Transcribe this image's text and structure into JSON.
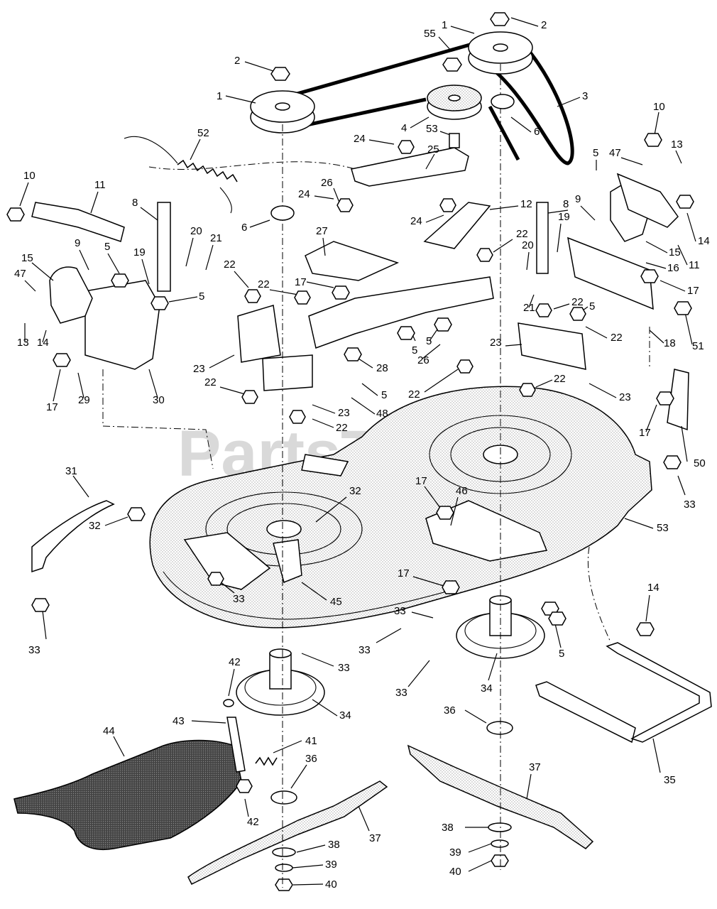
{
  "watermark": "PartsTree",
  "callouts": [
    {
      "id": "c2a",
      "text": "2"
    },
    {
      "id": "c1a",
      "text": "1"
    },
    {
      "id": "c2b",
      "text": "2"
    },
    {
      "id": "c1b",
      "text": "1"
    },
    {
      "id": "c55",
      "text": "55"
    },
    {
      "id": "c3",
      "text": "3"
    },
    {
      "id": "c4",
      "text": "4"
    },
    {
      "id": "c53a",
      "text": "53"
    },
    {
      "id": "c6a",
      "text": "6"
    },
    {
      "id": "c6b",
      "text": "6"
    },
    {
      "id": "c52",
      "text": "52"
    },
    {
      "id": "c24a",
      "text": "24"
    },
    {
      "id": "c25",
      "text": "25"
    },
    {
      "id": "c10a",
      "text": "10"
    },
    {
      "id": "c13a",
      "text": "13"
    },
    {
      "id": "c47a",
      "text": "47"
    },
    {
      "id": "c5a",
      "text": "5"
    },
    {
      "id": "c10b",
      "text": "10"
    },
    {
      "id": "c11a",
      "text": "11"
    },
    {
      "id": "c8a",
      "text": "8"
    },
    {
      "id": "c26a",
      "text": "26"
    },
    {
      "id": "c24b",
      "text": "24"
    },
    {
      "id": "c24c",
      "text": "24"
    },
    {
      "id": "c12",
      "text": "12"
    },
    {
      "id": "c8b",
      "text": "8"
    },
    {
      "id": "c9a",
      "text": "9"
    },
    {
      "id": "c14a",
      "text": "14"
    },
    {
      "id": "c20a",
      "text": "20"
    },
    {
      "id": "c21a",
      "text": "21"
    },
    {
      "id": "c27",
      "text": "27"
    },
    {
      "id": "c22a",
      "text": "22"
    },
    {
      "id": "c19a",
      "text": "19"
    },
    {
      "id": "c15a",
      "text": "15"
    },
    {
      "id": "c9b",
      "text": "9"
    },
    {
      "id": "c5b",
      "text": "5"
    },
    {
      "id": "c15b",
      "text": "15"
    },
    {
      "id": "c47b",
      "text": "47"
    },
    {
      "id": "c19b",
      "text": "19"
    },
    {
      "id": "c20b",
      "text": "20"
    },
    {
      "id": "c16",
      "text": "16"
    },
    {
      "id": "c11b",
      "text": "11"
    },
    {
      "id": "c22b",
      "text": "22"
    },
    {
      "id": "c22c",
      "text": "22"
    },
    {
      "id": "c5c",
      "text": "5"
    },
    {
      "id": "c17a",
      "text": "17"
    },
    {
      "id": "c17b",
      "text": "17"
    },
    {
      "id": "c22d",
      "text": "22"
    },
    {
      "id": "c5d",
      "text": "5"
    },
    {
      "id": "c21b",
      "text": "21"
    },
    {
      "id": "c22e",
      "text": "22"
    },
    {
      "id": "c13b",
      "text": "13"
    },
    {
      "id": "c14b",
      "text": "14"
    },
    {
      "id": "c5e",
      "text": "5"
    },
    {
      "id": "c5f",
      "text": "5"
    },
    {
      "id": "c18",
      "text": "18"
    },
    {
      "id": "c51",
      "text": "51"
    },
    {
      "id": "c29",
      "text": "29"
    },
    {
      "id": "c28",
      "text": "28"
    },
    {
      "id": "c26b",
      "text": "26"
    },
    {
      "id": "c23a",
      "text": "23"
    },
    {
      "id": "c23b",
      "text": "23"
    },
    {
      "id": "c17c",
      "text": "17"
    },
    {
      "id": "c30",
      "text": "30"
    },
    {
      "id": "c22f",
      "text": "22"
    },
    {
      "id": "c5g",
      "text": "5"
    },
    {
      "id": "c22g",
      "text": "22"
    },
    {
      "id": "c22h",
      "text": "22"
    },
    {
      "id": "c23c",
      "text": "23"
    },
    {
      "id": "c23d",
      "text": "23"
    },
    {
      "id": "c48",
      "text": "48"
    },
    {
      "id": "c22i",
      "text": "22"
    },
    {
      "id": "c17d",
      "text": "17"
    },
    {
      "id": "c50",
      "text": "50"
    },
    {
      "id": "c33a",
      "text": "33"
    },
    {
      "id": "c31",
      "text": "31"
    },
    {
      "id": "c32a",
      "text": "32"
    },
    {
      "id": "c32b",
      "text": "32"
    },
    {
      "id": "c17e",
      "text": "17"
    },
    {
      "id": "c46",
      "text": "46"
    },
    {
      "id": "c53b",
      "text": "53"
    },
    {
      "id": "c33b",
      "text": "33"
    },
    {
      "id": "c45",
      "text": "45"
    },
    {
      "id": "c17f",
      "text": "17"
    },
    {
      "id": "c33c",
      "text": "33"
    },
    {
      "id": "c14c",
      "text": "14"
    },
    {
      "id": "c33d",
      "text": "33"
    },
    {
      "id": "c33e",
      "text": "33"
    },
    {
      "id": "c33f",
      "text": "33"
    },
    {
      "id": "c5h",
      "text": "5"
    },
    {
      "id": "c34a",
      "text": "34"
    },
    {
      "id": "c33g",
      "text": "33"
    },
    {
      "id": "c42a",
      "text": "42"
    },
    {
      "id": "c43",
      "text": "43"
    },
    {
      "id": "c44",
      "text": "44"
    },
    {
      "id": "c34b",
      "text": "34"
    },
    {
      "id": "c36a",
      "text": "36"
    },
    {
      "id": "c41",
      "text": "41"
    },
    {
      "id": "c36b",
      "text": "36"
    },
    {
      "id": "c35",
      "text": "35"
    },
    {
      "id": "c37a",
      "text": "37"
    },
    {
      "id": "c37b",
      "text": "37"
    },
    {
      "id": "c42b",
      "text": "42"
    },
    {
      "id": "c38a",
      "text": "38"
    },
    {
      "id": "c38b",
      "text": "38"
    },
    {
      "id": "c39a",
      "text": "39"
    },
    {
      "id": "c39b",
      "text": "39"
    },
    {
      "id": "c40a",
      "text": "40"
    },
    {
      "id": "c40b",
      "text": "40"
    }
  ]
}
